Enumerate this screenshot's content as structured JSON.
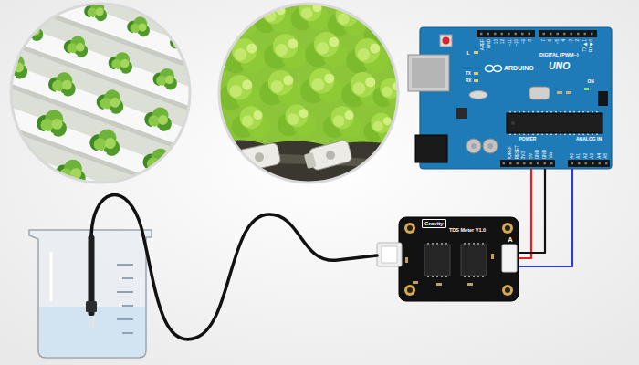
{
  "diagram": {
    "nodes": [
      {
        "text": [
          "AREF",
          "GND",
          "13",
          "12",
          "~11",
          "~10",
          "~9",
          "8",
          "7",
          "~6",
          "~5",
          "4",
          "~3",
          "2",
          "TX▶1",
          "RX◀0",
          "DIGITAL (PWM~)",
          "L",
          "TX",
          "RX",
          "ON",
          "ARDUINO",
          "UNO",
          "POWER",
          "ANALOG IN",
          "IOREF",
          "RESET",
          "3V3",
          "5V",
          "GND",
          "GND",
          "Vin",
          "A0",
          "A1",
          "A2",
          "A3",
          "A4",
          "A5"
        ]
      },
      {
        "text": [
          "Gravity",
          "TDS Meter V1.0",
          "A"
        ]
      }
    ],
    "edges": [
      {
        "from": 1,
        "to": 0,
        "arrow": "none"
      },
      {
        "from": 1,
        "to": 0,
        "arrow": "none"
      },
      {
        "from": 1,
        "to": 0,
        "arrow": "none"
      }
    ]
  }
}
